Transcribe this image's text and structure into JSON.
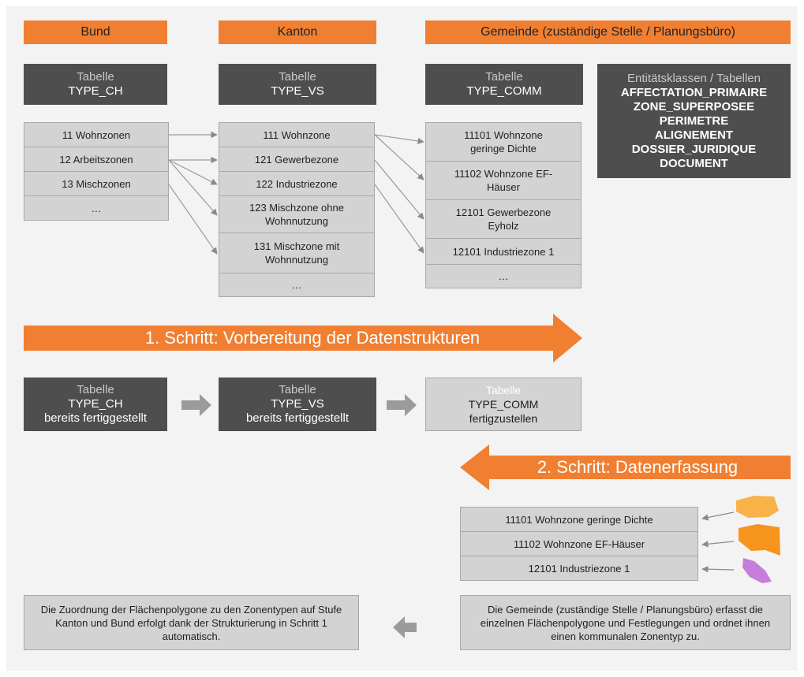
{
  "columns": {
    "bund": "Bund",
    "kanton": "Kanton",
    "gemeinde": "Gemeinde (zuständige Stelle / Planungsbüro)"
  },
  "tables": {
    "ch": {
      "sub": "Tabelle",
      "name": "TYPE_CH"
    },
    "vs": {
      "sub": "Tabelle",
      "name": "TYPE_VS"
    },
    "comm": {
      "sub": "Tabelle",
      "name": "TYPE_COMM"
    },
    "entities": {
      "sub": "Entitätsklassen / Tabellen",
      "items": [
        "AFFECTATION_PRIMAIRE",
        "ZONE_SUPERPOSEE",
        "PERIMETRE",
        "ALIGNEMENT",
        "DOSSIER_JURIDIQUE",
        "DOCUMENT"
      ]
    }
  },
  "lists": {
    "ch": [
      "11 Wohnzonen",
      "12 Arbeitszonen",
      "13 Mischzonen",
      "…"
    ],
    "vs": [
      "111 Wohnzone",
      "121 Gewerbezone",
      "122 Industriezone",
      "123 Mischzone ohne Wohnnutzung",
      "131 Mischzone mit Wohnnutzung",
      "…"
    ],
    "comm": [
      "11101 Wohnzone geringe Dichte",
      "11102 Wohnzone EF-Häuser",
      "12101 Gewerbezone Eyholz",
      "12101 Industriezone 1",
      "…"
    ]
  },
  "step1": {
    "label": "1. Schritt: Vorbereitung der Datenstrukturen"
  },
  "step1_boxes": {
    "ch": {
      "sub": "Tabelle",
      "name": "TYPE_CH",
      "status": "bereits fertiggestellt"
    },
    "vs": {
      "sub": "Tabelle",
      "name": "TYPE_VS",
      "status": "bereits fertiggestellt"
    },
    "comm": {
      "sub": "Tabelle",
      "name": "TYPE_COMM",
      "status": "fertigzustellen"
    }
  },
  "step2": {
    "label": "2. Schritt: Datenerfassung"
  },
  "capture_list": [
    "11101 Wohnzone geringe Dichte",
    "11102 Wohnzone EF-Häuser",
    "12101 Industriezone 1"
  ],
  "notes": {
    "right": "Die Gemeinde (zuständige Stelle / Planungsbüro) erfasst die einzelnen Flächenpolygone und Festlegungen und ordnet ihnen einen kommunalen Zonentyp zu.",
    "left": "Die Zuordnung der Flächenpolygone zu den Zonentypen auf Stufe Kanton und Bund erfolgt dank der Strukturierung in Schritt 1 automatisch."
  },
  "colors": {
    "orange": "#f07f32",
    "dark_box": "#4e4e4e",
    "light_box": "#d3d3d3",
    "polygon_1": "#f8b24a",
    "polygon_2": "#f7941d",
    "polygon_3": "#c77ddb"
  }
}
